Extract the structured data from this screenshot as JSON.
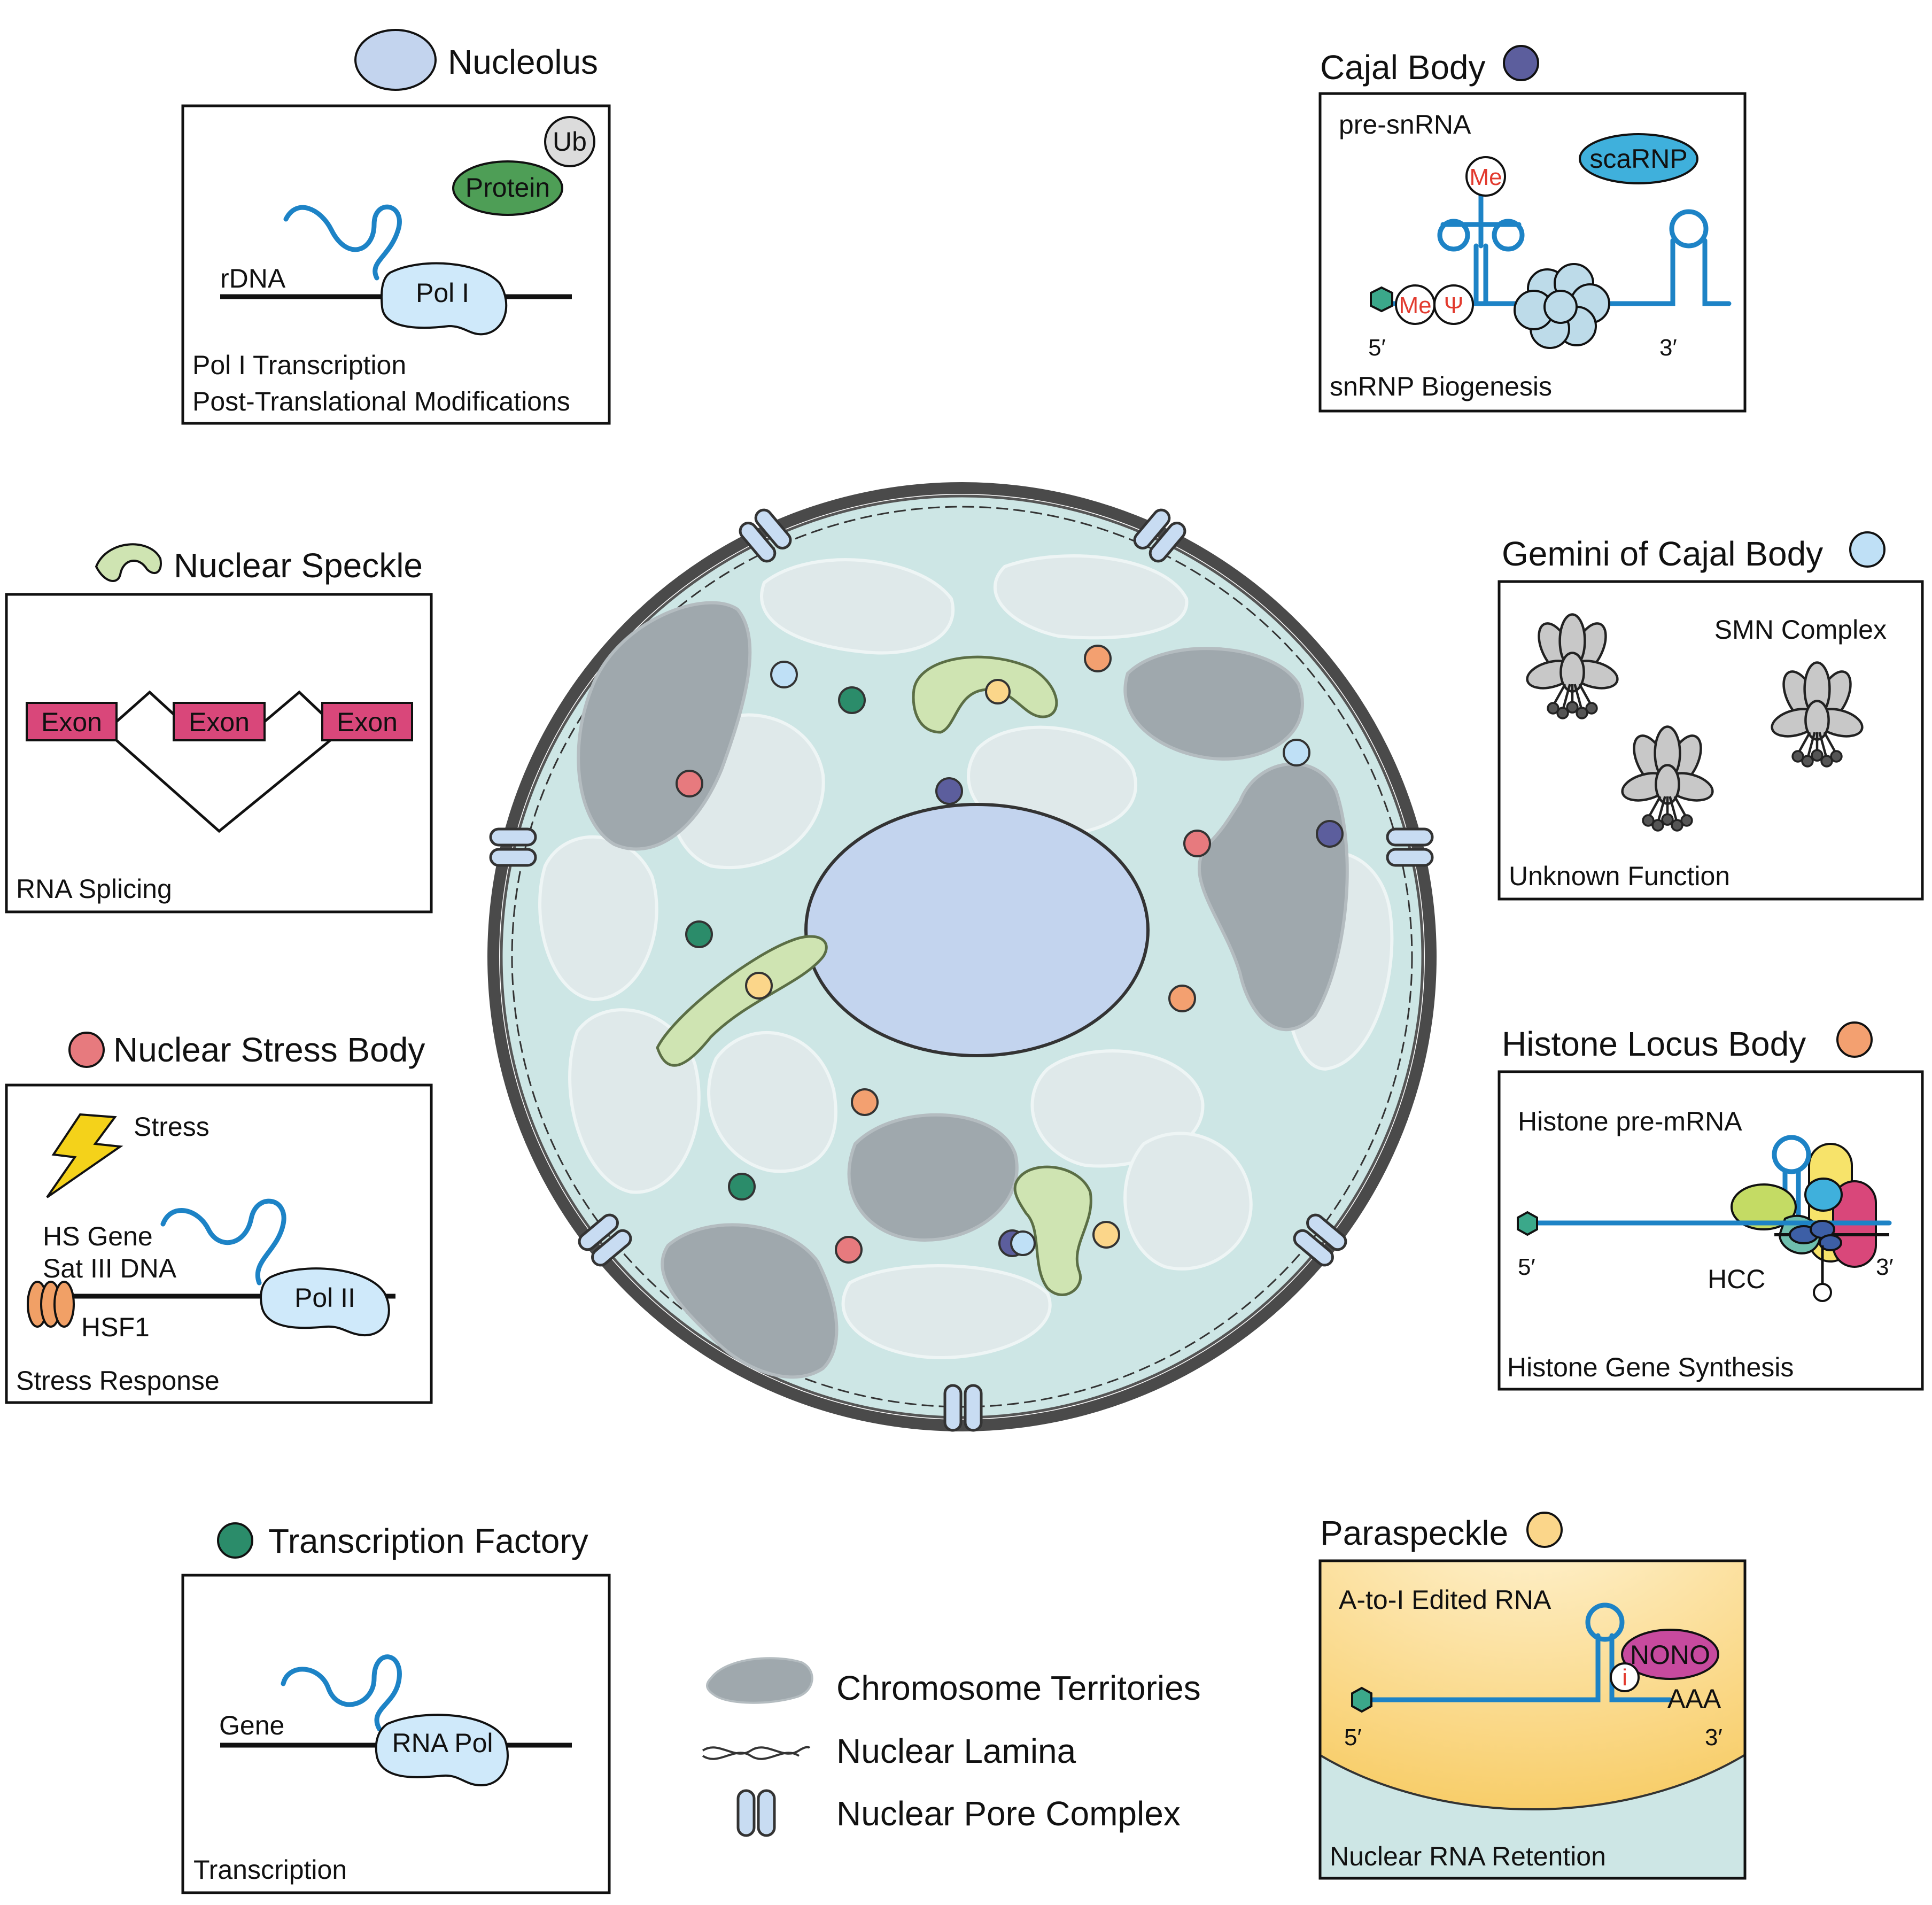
{
  "colors": {
    "nucleolus": "#c3d4ee",
    "cajal_body": "#5c5e9d",
    "gemini": "#bfe0f6",
    "histone_locus_body": "#f3a070",
    "paraspeckle": "#fbd68a",
    "transcription_factory": "#2b8c6a",
    "nuclear_stress_body": "#e77a7e",
    "nuclear_speckle": "#cfe4b2",
    "rna": "#1d83c6",
    "exon": "#d9477a",
    "nucleoplasm": "#cde6e5",
    "chromosome": "#9fa8ad"
  },
  "nucleolus": {
    "title": "Nucleolus",
    "ub": "Ub",
    "protein": "Protein",
    "rdna": "rDNA",
    "pol": "Pol I",
    "caption1": "Pol I Transcription",
    "caption2": "Post-Translational Modifications"
  },
  "speckle": {
    "title": "Nuclear Speckle",
    "exons": [
      "Exon",
      "Exon",
      "Exon"
    ],
    "caption": "RNA Splicing"
  },
  "stress": {
    "title": "Nuclear Stress Body",
    "stress": "Stress",
    "hs_gene": "HS Gene",
    "sat_dna": "Sat III DNA",
    "hsf1": "HSF1",
    "pol": "Pol II",
    "caption": "Stress Response"
  },
  "tf": {
    "title": "Transcription Factory",
    "gene": "Gene",
    "pol": "RNA Pol",
    "caption": "Transcription"
  },
  "cajal": {
    "title": "Cajal Body",
    "pre": "pre-snRNA",
    "scarnp": "scaRNP",
    "me": "Me",
    "psi": "Ψ",
    "five": "5′",
    "three": "3′",
    "caption": "snRNP Biogenesis"
  },
  "gemini": {
    "title": "Gemini of Cajal Body",
    "smn": "SMN Complex",
    "caption": "Unknown Function"
  },
  "hlb": {
    "title": "Histone Locus Body",
    "pre": "Histone pre-mRNA",
    "five": "5′",
    "three": "3′",
    "hcc": "HCC",
    "caption": "Histone Gene Synthesis"
  },
  "para": {
    "title": "Paraspeckle",
    "edited": "A-to-I Edited RNA",
    "nono": "NONO",
    "i": "i",
    "aaa": "AAA",
    "five": "5′",
    "three": "3′",
    "caption": "Nuclear RNA Retention"
  },
  "legend": {
    "items": [
      "Chromosome Territories",
      "Nuclear Lamina",
      "Nuclear Pore Complex"
    ]
  }
}
